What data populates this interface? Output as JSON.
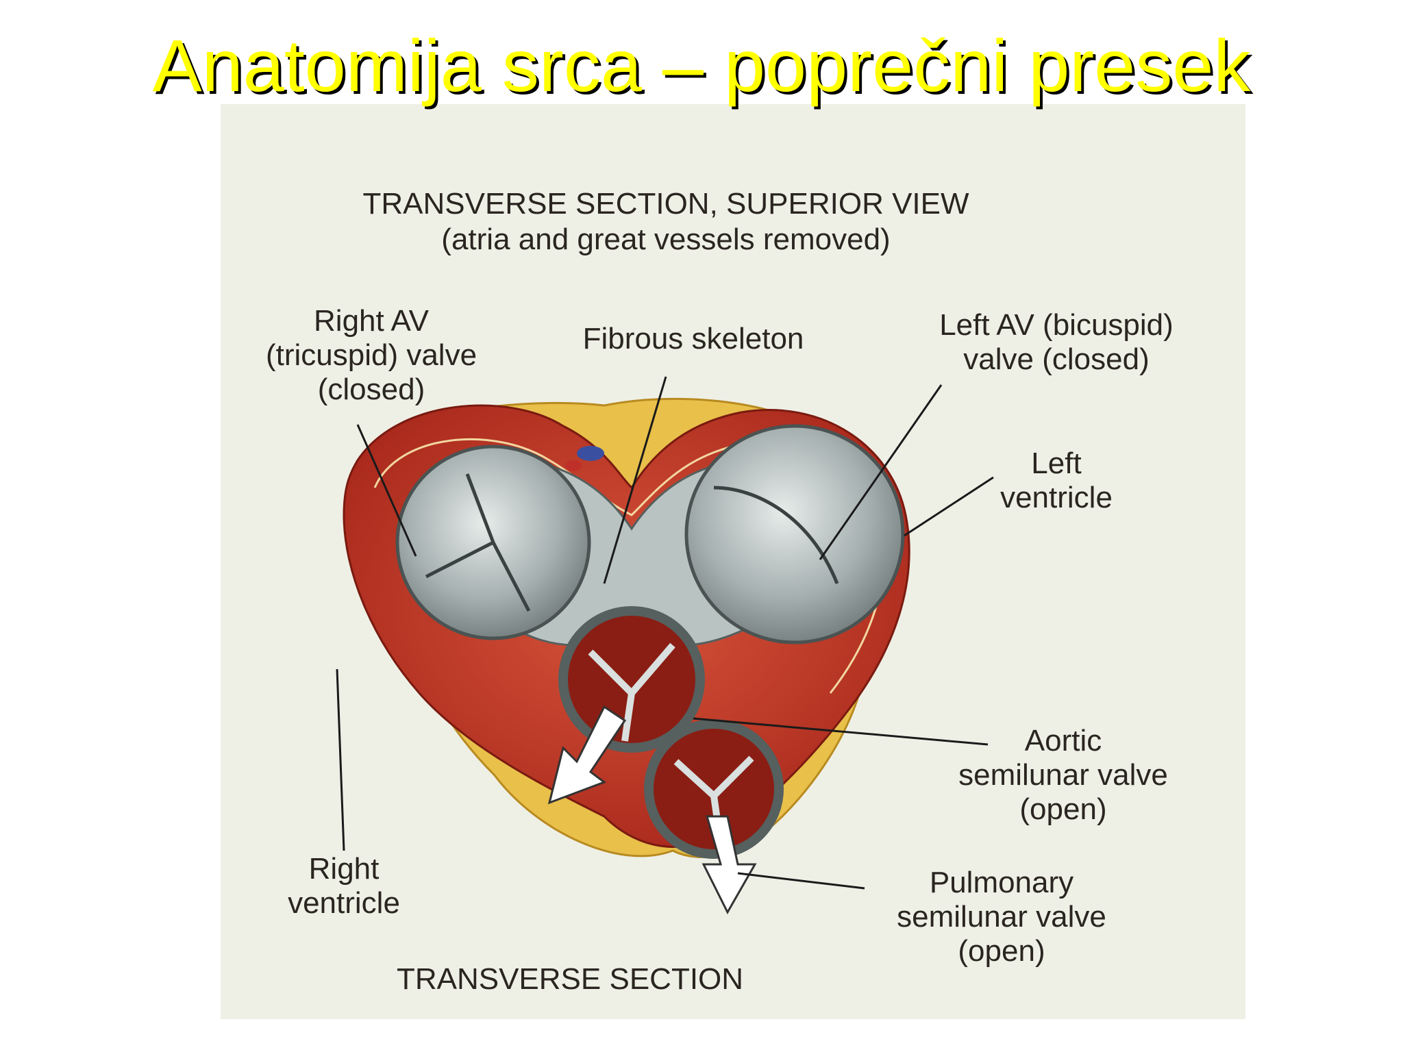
{
  "slide": {
    "title": "Anatomija srca – poprečni presek",
    "title_color": "#ffff00"
  },
  "figure": {
    "header": [
      "TRANSVERSE SECTION, SUPERIOR VIEW",
      "(atria and great vessels removed)"
    ],
    "labels": {
      "right_av": [
        "Right AV",
        "(tricuspid) valve",
        "(closed)"
      ],
      "fibrous": [
        "Fibrous skeleton"
      ],
      "left_av": [
        "Left AV (bicuspid)",
        "valve (closed)"
      ],
      "left_ventricle": [
        "Left",
        "ventricle"
      ],
      "aortic": [
        "Aortic",
        "semilunar valve",
        "(open)"
      ],
      "right_ventricle": [
        "Right",
        "ventricle"
      ],
      "pulmonary": [
        "Pulmonary",
        "semilunar valve",
        "(open)"
      ]
    },
    "footer": "TRANSVERSE SECTION",
    "colors": {
      "background": "#eef0e6",
      "muscle": "#c23a24",
      "fat": "#e9c44a",
      "valve": "#a9b2b1",
      "skeleton": "#b9c3c1"
    }
  }
}
